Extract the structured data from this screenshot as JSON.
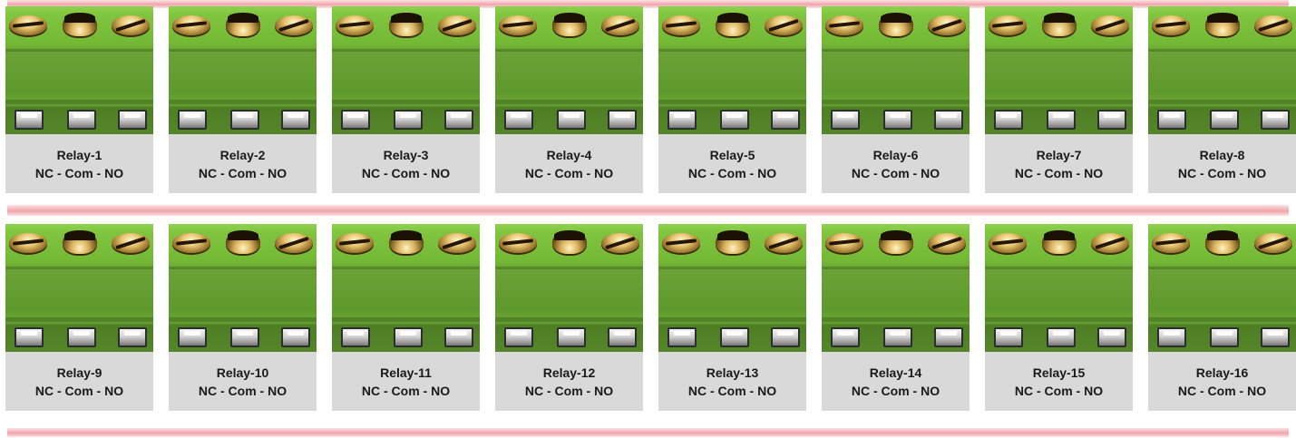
{
  "colors": {
    "band": "#f0a5ab",
    "terminal_green": "#6aa236",
    "label_bg": "#d9d9d9"
  },
  "rows": [
    {
      "relays": [
        {
          "name": "Relay-1",
          "pins": "NC - Com - NO"
        },
        {
          "name": "Relay-2",
          "pins": "NC - Com - NO"
        },
        {
          "name": "Relay-3",
          "pins": "NC - Com - NO"
        },
        {
          "name": "Relay-4",
          "pins": "NC - Com - NO"
        },
        {
          "name": "Relay-5",
          "pins": "NC - Com - NO"
        },
        {
          "name": "Relay-6",
          "pins": "NC - Com - NO"
        },
        {
          "name": "Relay-7",
          "pins": "NC - Com - NO"
        },
        {
          "name": "Relay-8",
          "pins": "NC - Com - NO"
        }
      ]
    },
    {
      "relays": [
        {
          "name": "Relay-9",
          "pins": "NC - Com - NO"
        },
        {
          "name": "Relay-10",
          "pins": "NC - Com - NO"
        },
        {
          "name": "Relay-11",
          "pins": "NC - Com - NO"
        },
        {
          "name": "Relay-12",
          "pins": "NC - Com - NO"
        },
        {
          "name": "Relay-13",
          "pins": "NC - Com - NO"
        },
        {
          "name": "Relay-14",
          "pins": "NC - Com - NO"
        },
        {
          "name": "Relay-15",
          "pins": "NC - Com - NO"
        },
        {
          "name": "Relay-16",
          "pins": "NC - Com - NO"
        }
      ]
    }
  ]
}
